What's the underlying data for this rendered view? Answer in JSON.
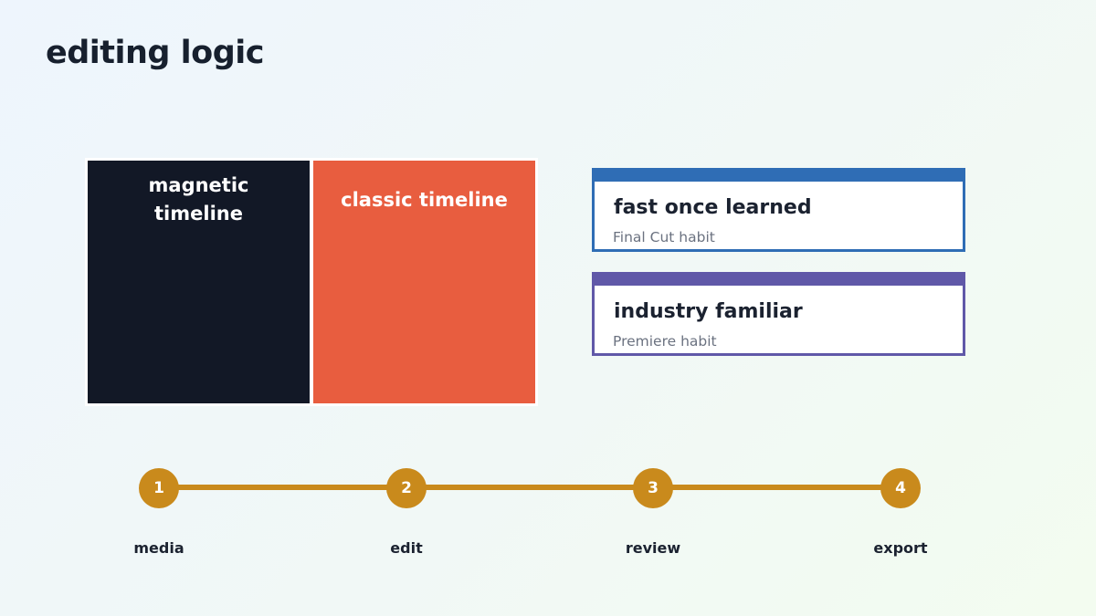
{
  "title": "editing logic",
  "panels": [
    {
      "label": "magnetic\ntimeline",
      "color": "#121826"
    },
    {
      "label": "classic timeline",
      "color": "#e85d3f"
    }
  ],
  "cards": [
    {
      "title": "fast once learned",
      "subtitle": "Final Cut habit",
      "accent": "#2f6db5"
    },
    {
      "title": "industry familiar",
      "subtitle": "Premiere habit",
      "accent": "#6058a8"
    }
  ],
  "timeline": {
    "color": "#c98a1c",
    "steps": [
      {
        "number": "1",
        "label": "media"
      },
      {
        "number": "2",
        "label": "edit"
      },
      {
        "number": "3",
        "label": "review"
      },
      {
        "number": "4",
        "label": "export"
      }
    ]
  }
}
